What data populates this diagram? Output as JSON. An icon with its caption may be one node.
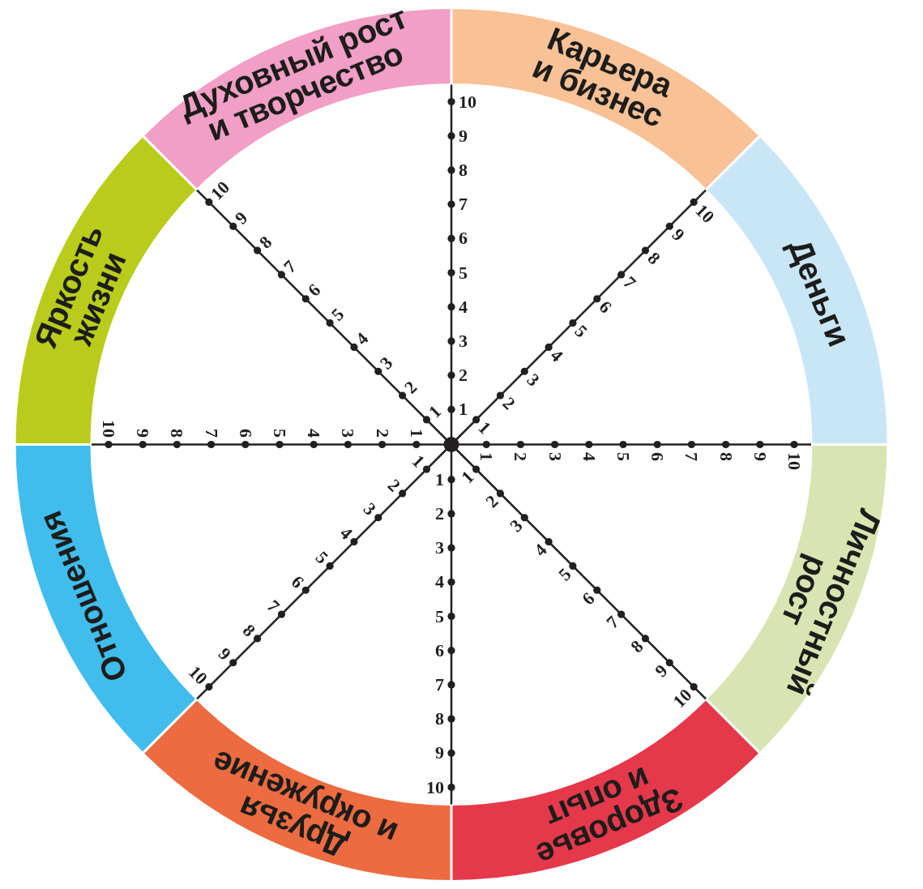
{
  "diagram": {
    "nodes": [
      {
        "text": [
          "Духовный рост и творчество"
        ]
      },
      {
        "text": [
          "Карьера и бизнес"
        ]
      },
      {
        "text": [
          "Деньги"
        ]
      },
      {
        "text": [
          "Личностный рост"
        ]
      },
      {
        "text": [
          "Здоровье и опыт"
        ]
      },
      {
        "text": [
          "Друзья и окружение"
        ]
      },
      {
        "text": [
          "Отношения"
        ]
      },
      {
        "text": [
          "Яркость жизни"
        ]
      }
    ],
    "labels": [
      "1",
      "2",
      "3",
      "4",
      "5",
      "6",
      "7",
      "8",
      "9",
      "10",
      "1",
      "2",
      "3",
      "4",
      "5",
      "6",
      "7",
      "8",
      "9",
      "10",
      "1",
      "2",
      "3",
      "4",
      "5",
      "6",
      "7",
      "8",
      "9",
      "10",
      "1",
      "2",
      "3",
      "4",
      "5",
      "6",
      "7",
      "8",
      "9",
      "10",
      "1",
      "2",
      "3",
      "4",
      "5",
      "6",
      "7",
      "8",
      "9",
      "10",
      "1",
      "2",
      "3",
      "4",
      "5",
      "6",
      "7",
      "8",
      "9",
      "10",
      "1",
      "2",
      "3",
      "4",
      "5",
      "6",
      "7",
      "8",
      "9",
      "10",
      "1",
      "2",
      "3",
      "4",
      "5",
      "6",
      "7",
      "8",
      "9",
      "10"
    ]
  }
}
